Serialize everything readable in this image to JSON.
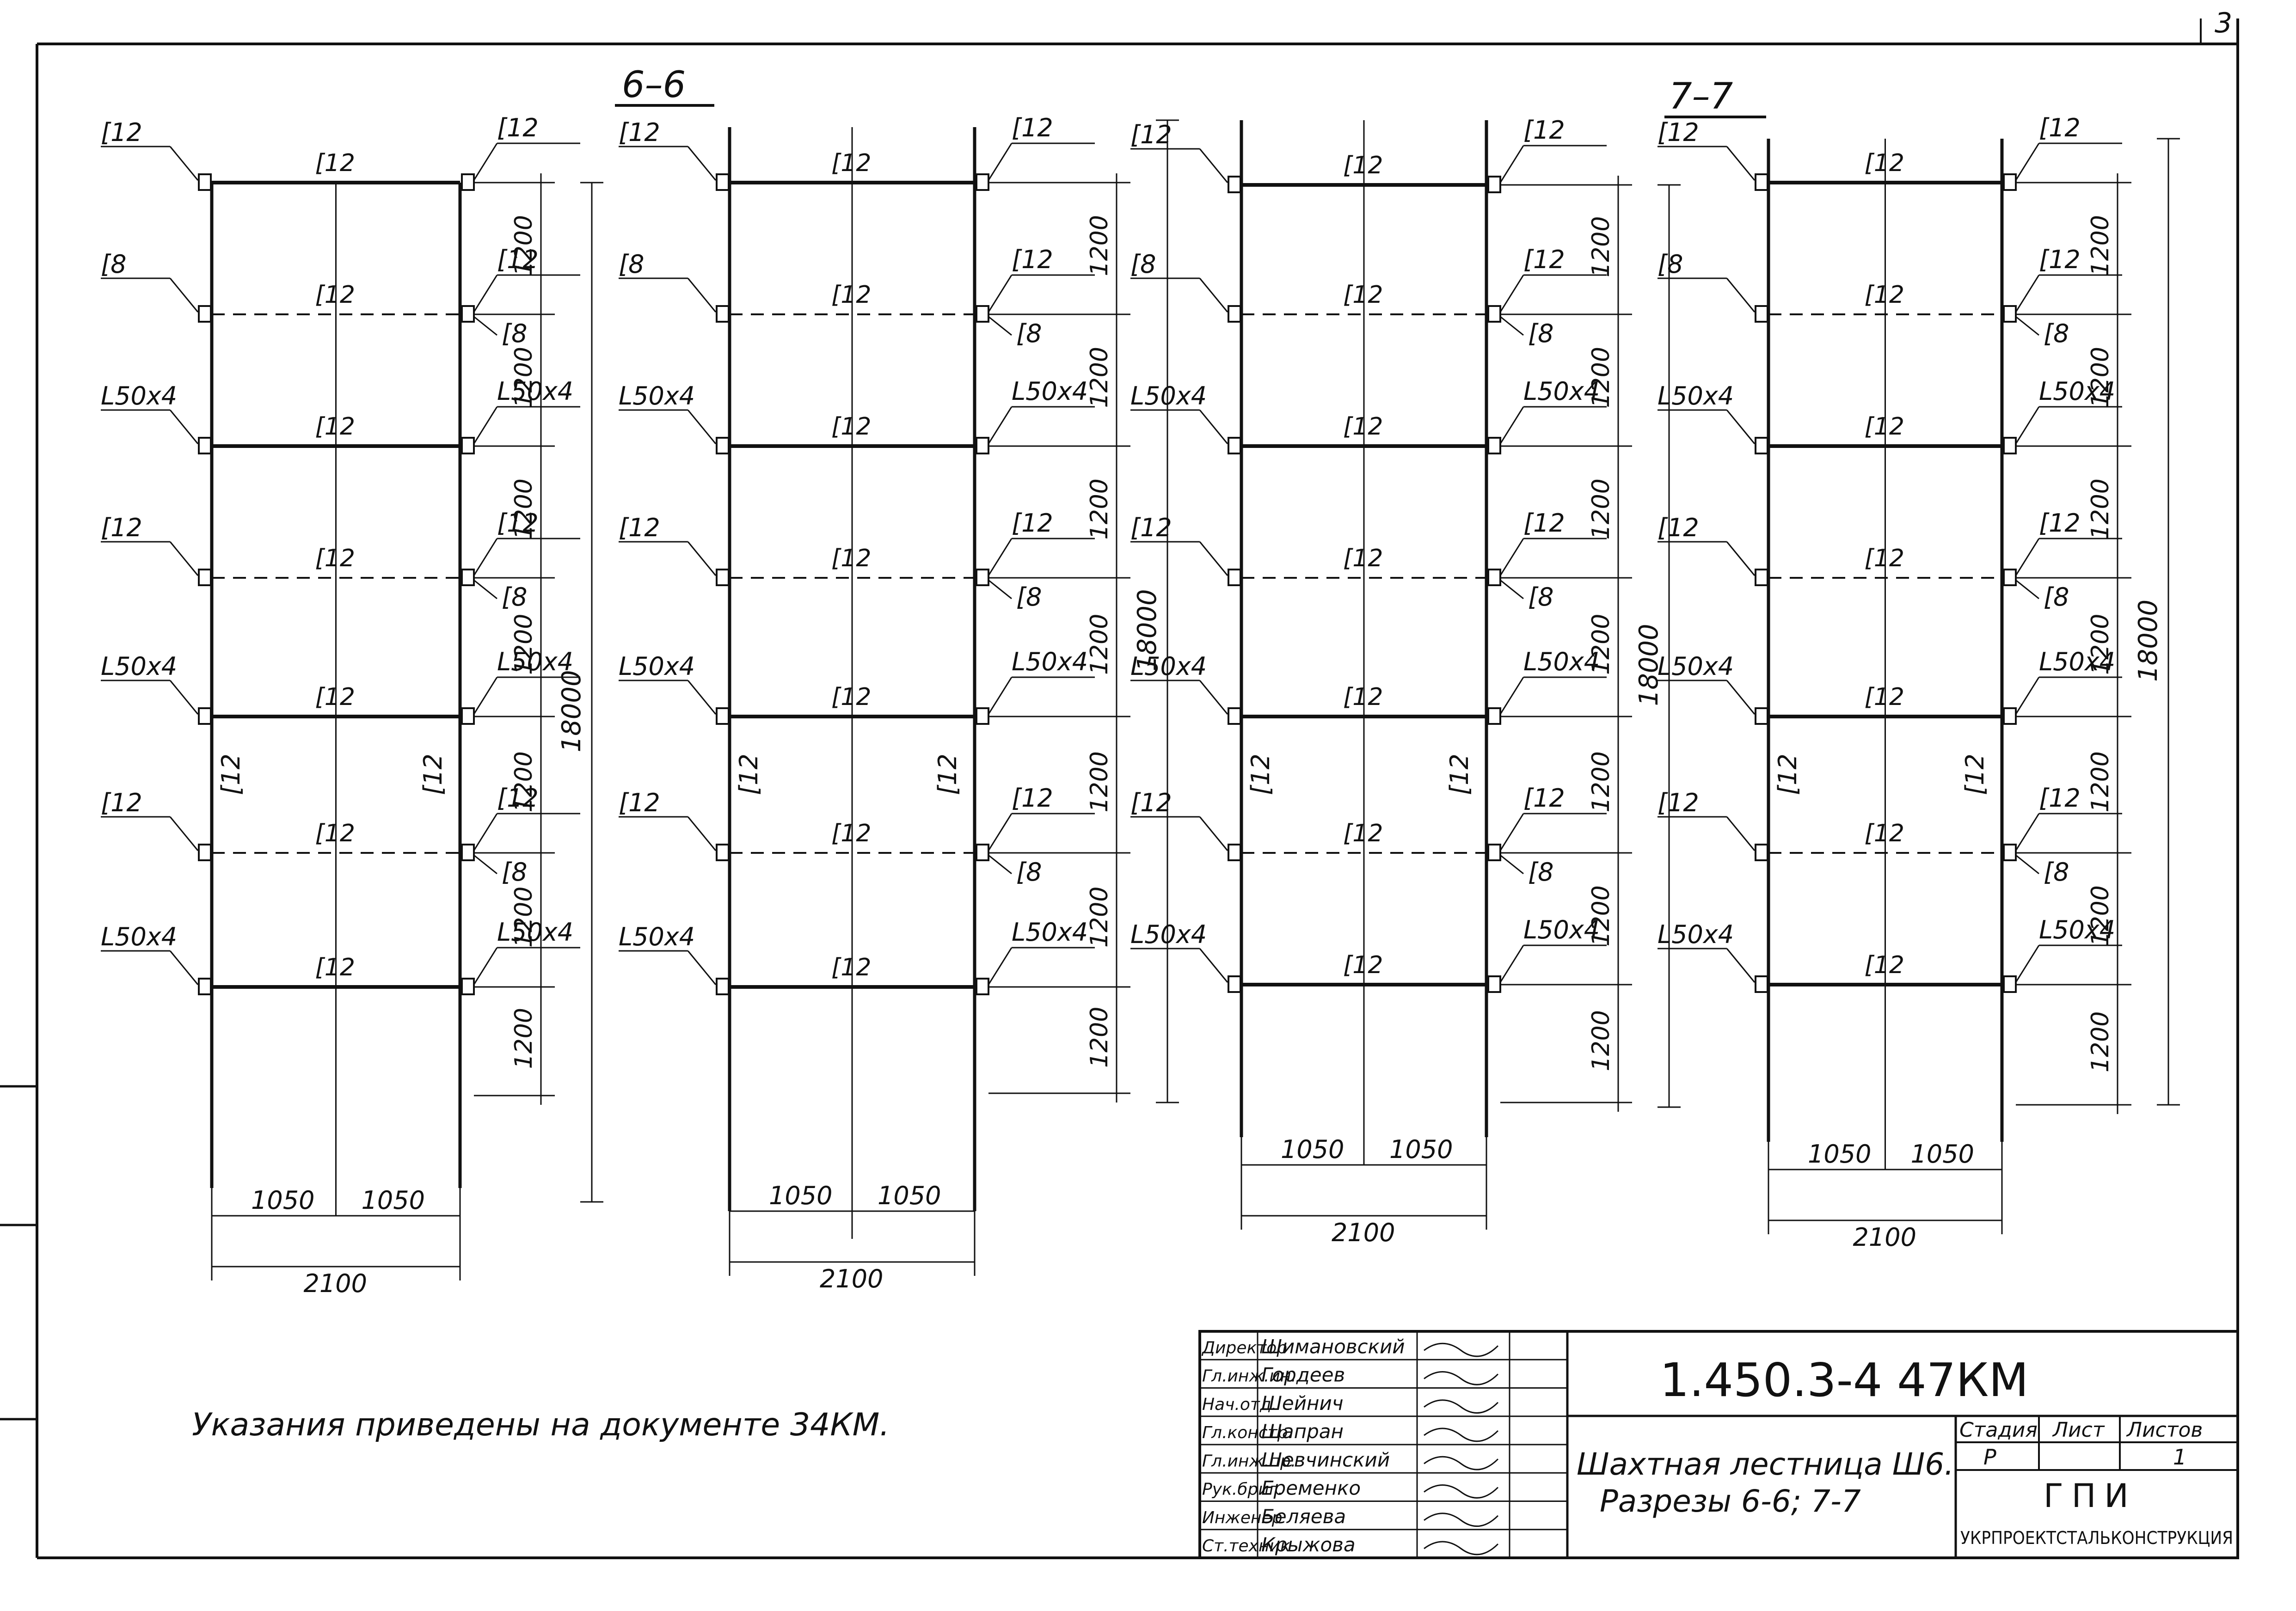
{
  "corner_mark": "3",
  "note": "Указания приведены на документе 34КМ.",
  "labels": {
    "c12": "[12",
    "c8": "[8",
    "angle": "L50x4",
    "d1200": "1200",
    "d18000": "18000",
    "d1050": "1050",
    "d2100": "2100"
  },
  "sections": [
    {
      "title": ""
    },
    {
      "title": "6–6"
    },
    {
      "title": ""
    },
    {
      "title": "7–7"
    }
  ],
  "title_block": {
    "doc_code": "1.450.3-4 47КМ",
    "drawing_title": "Шахтная лестница Ш6.",
    "drawing_subtitle": "Разрезы 6-6; 7-7",
    "stage_header": "Стадия",
    "sheet_header": "Лист",
    "sheets_header": "Листов",
    "stage": "Р",
    "sheet": "",
    "sheets": "1",
    "org_short": "ГПИ",
    "org_full": "УКРПРОЕКТСТАЛЬКОНСТРУКЦИЯ",
    "signatures": [
      {
        "role": "Директор",
        "name": "Шимановский"
      },
      {
        "role": "Гл.инж.ин.",
        "name": "Гордеев"
      },
      {
        "role": "Нач.отд.",
        "name": "Шейнич"
      },
      {
        "role": "Гл.констр.",
        "name": "Шапран"
      },
      {
        "role": "Гл.инж.пр.",
        "name": "Шевчинский"
      },
      {
        "role": "Рук.бриг.",
        "name": "Еременко"
      },
      {
        "role": "Инженер",
        "name": "Беляева"
      },
      {
        "role": "Ст.техник",
        "name": "Крыжова"
      }
    ]
  }
}
